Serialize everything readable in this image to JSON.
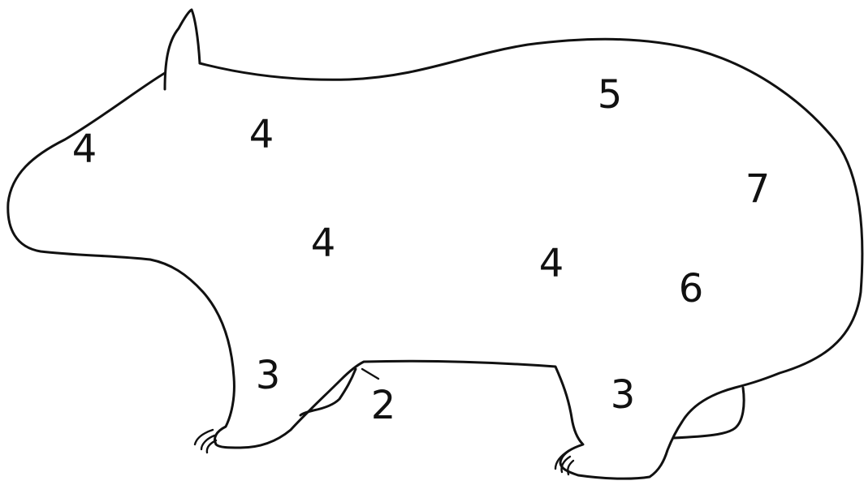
{
  "diagram": {
    "subject": "wombat body outline",
    "line_color": "#111111",
    "background_color": "#ffffff",
    "labels": [
      {
        "id": "snout",
        "text": "4"
      },
      {
        "id": "head",
        "text": "4"
      },
      {
        "id": "back",
        "text": "5"
      },
      {
        "id": "rump",
        "text": "7"
      },
      {
        "id": "shoulder",
        "text": "4"
      },
      {
        "id": "flank",
        "text": "4"
      },
      {
        "id": "thigh",
        "text": "6"
      },
      {
        "id": "foreleg",
        "text": "3"
      },
      {
        "id": "belly",
        "text": "2"
      },
      {
        "id": "hindleg",
        "text": "3"
      }
    ]
  }
}
